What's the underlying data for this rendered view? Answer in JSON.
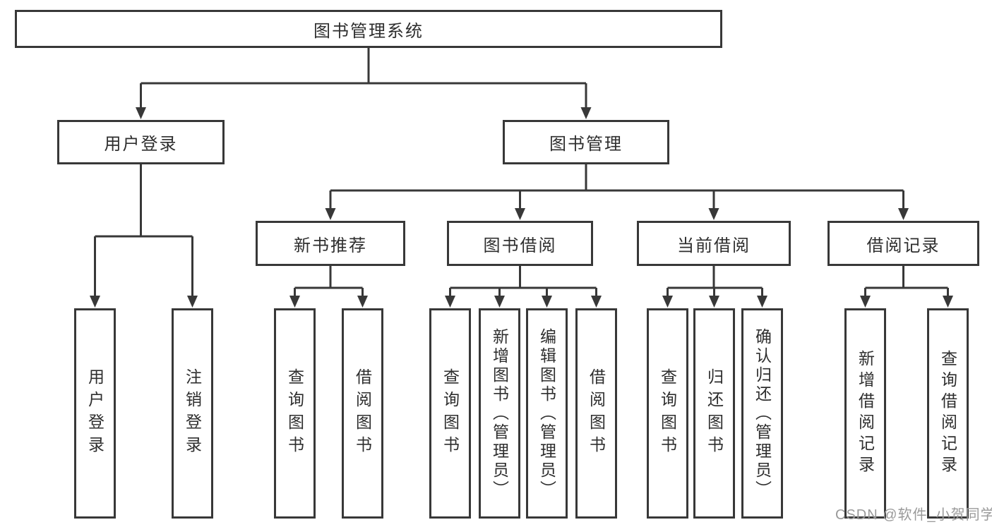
{
  "tree": {
    "label": "图书管理系统",
    "children": [
      {
        "label": "用户登录",
        "children": [
          {
            "label": "用户登录"
          },
          {
            "label": "注销登录"
          }
        ]
      },
      {
        "label": "图书管理",
        "children": [
          {
            "label": "新书推荐",
            "children": [
              {
                "label": "查询图书"
              },
              {
                "label": "借阅图书"
              }
            ]
          },
          {
            "label": "图书借阅",
            "children": [
              {
                "label": "查询图书"
              },
              {
                "label": "新增图书（管理员）"
              },
              {
                "label": "编辑图书（管理员）"
              },
              {
                "label": "借阅图书"
              }
            ]
          },
          {
            "label": "当前借阅",
            "children": [
              {
                "label": "查询图书"
              },
              {
                "label": "归还图书"
              },
              {
                "label": "确认归还（管理员）"
              }
            ]
          },
          {
            "label": "借阅记录",
            "children": [
              {
                "label": "新增借阅记录"
              },
              {
                "label": "查询借阅记录"
              }
            ]
          }
        ]
      }
    ]
  },
  "watermark": "CSDN @软件_小贺同学",
  "colors": {
    "line": "#383838",
    "box_border": "#383838",
    "text": "#2e2e2e",
    "watermark": "#9a9a9a",
    "background": "#ffffff"
  }
}
